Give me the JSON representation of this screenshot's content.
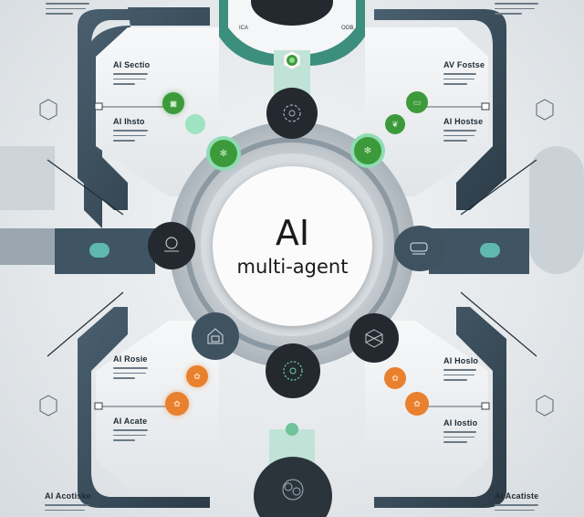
{
  "diagram": {
    "center": {
      "title": "AI",
      "subtitle": "multi-agent"
    },
    "panels": {
      "top_left": {
        "items": [
          {
            "title": "AI Sectio"
          },
          {
            "title": "AI Ihsto"
          }
        ]
      },
      "top_right": {
        "items": [
          {
            "title": "AV Fostse"
          },
          {
            "title": "AI Hostse"
          }
        ]
      },
      "bottom_left": {
        "items": [
          {
            "title": "AI Rosie"
          },
          {
            "title": "AI Acate"
          }
        ]
      },
      "bottom_right": {
        "items": [
          {
            "title": "AI Hoslo"
          },
          {
            "title": "AI Iostio"
          }
        ]
      }
    },
    "footer_labels": {
      "left": "AI Acotiske",
      "right": "AI Acatiste"
    },
    "top_notes": {
      "left_arc": "ICA",
      "right_arc": "OOB"
    },
    "colors": {
      "dark_node": "#23292e",
      "slate_node": "#3f5260",
      "green_accent": "#3c9a3a",
      "mint_accent": "#7fd3b0",
      "orange_accent": "#e8802e",
      "teal_band": "#3d8f7d",
      "frame_dark": "#3a4c5a"
    }
  }
}
